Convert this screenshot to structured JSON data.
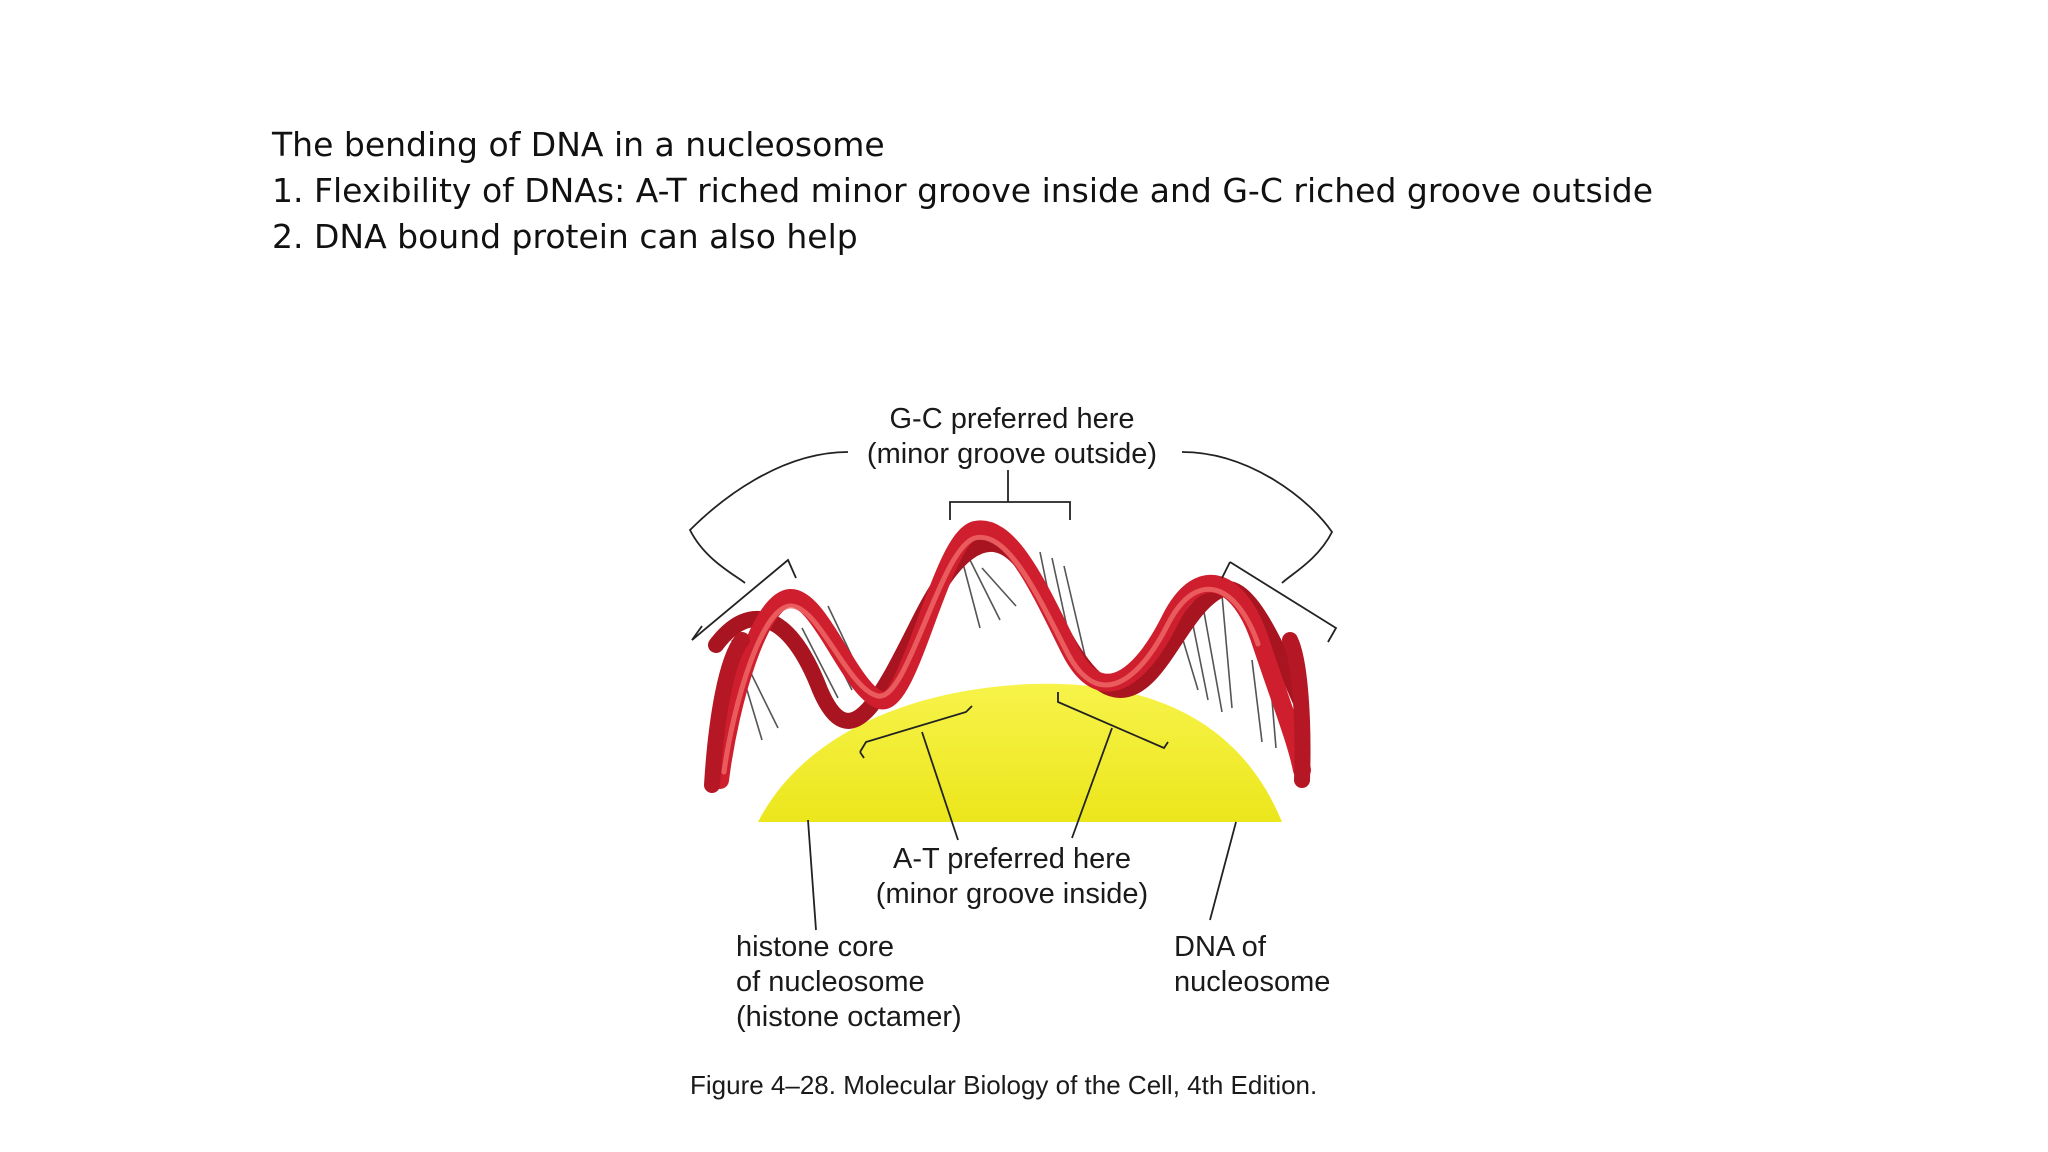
{
  "slide": {
    "heading": "The bending of DNA in a nucleosome",
    "point_1": "1. Flexibility of DNAs: A-T riched minor groove inside and G-C riched groove outside",
    "point_2": "2. DNA bound protein can also help"
  },
  "figure": {
    "gc_label_line1": "G-C preferred here",
    "gc_label_line2": "(minor groove outside)",
    "at_label_line1": "A-T preferred here",
    "at_label_line2": "(minor groove inside)",
    "histone_label_line1": "histone core",
    "histone_label_line2": "of nucleosome",
    "histone_label_line3": "(histone octamer)",
    "dna_label_line1": "DNA of",
    "dna_label_line2": "nucleosome",
    "caption": "Figure 4–28. Molecular Biology of the Cell, 4th Edition.",
    "colors": {
      "dna_strand": "#cf1f2e",
      "dna_highlight": "#f06a6a",
      "histone_core": "#f2ee2a",
      "rungs": "#555555"
    }
  }
}
